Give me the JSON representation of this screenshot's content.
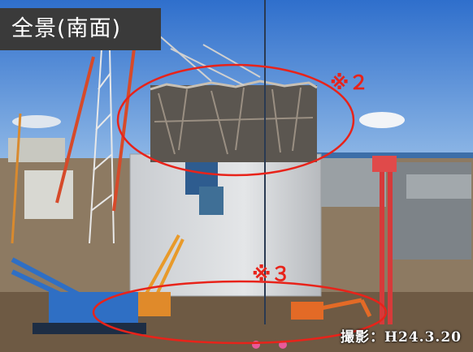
{
  "title": "全景(南面)",
  "markers": {
    "upper": "※２",
    "lower": "※３"
  },
  "caption": "撮影：H24.3.20",
  "colors": {
    "marker_red": "#e8231a",
    "title_bg": "#3a3a3a",
    "sky": "#3f7fd1"
  }
}
